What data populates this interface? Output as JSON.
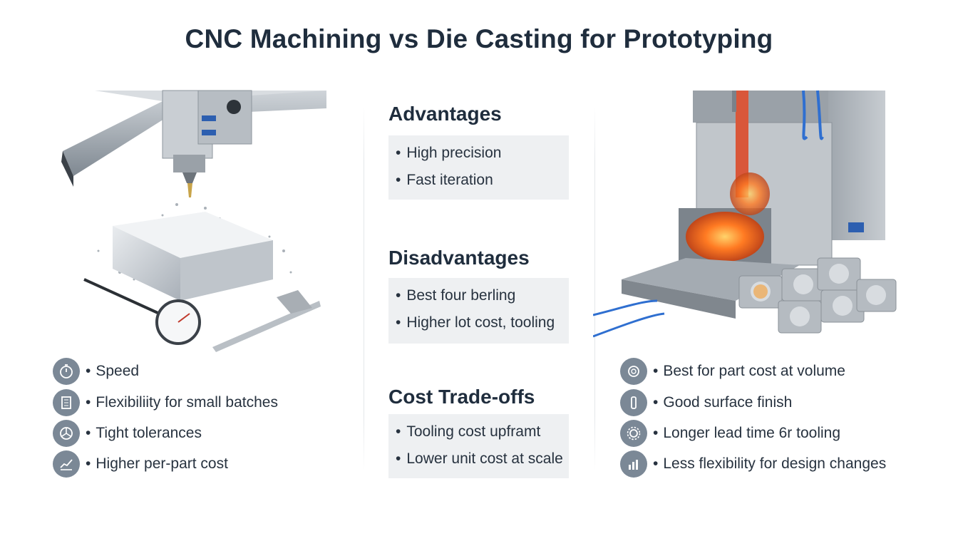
{
  "title": "CNC Machining vs Die Casting for Prototyping",
  "advantages": {
    "heading": "Advantages",
    "items": [
      "High precision",
      "Fast iteration"
    ]
  },
  "disadvantages": {
    "heading": "Disadvantages",
    "items": [
      "Best four berling",
      "Higher lot cost, tooling"
    ]
  },
  "cost": {
    "heading": "Cost Trade-offs",
    "items": [
      "Tooling cost upframt",
      "Lower unit cost at scale"
    ]
  },
  "cnc_features": [
    {
      "icon": "stopwatch-icon",
      "label": "Speed"
    },
    {
      "icon": "building-grid-icon",
      "label": "Flexibiliity for small batches"
    },
    {
      "icon": "gauge-dial-icon",
      "label": "Tight tolerances"
    },
    {
      "icon": "rising-chart-icon",
      "label": "Higher per-part cost"
    }
  ],
  "casting_features": [
    {
      "icon": "coin-icon",
      "label": "Best for part cost at volume"
    },
    {
      "icon": "surface-bar-icon",
      "label": "Good surface finish"
    },
    {
      "icon": "gear-icon",
      "label": "Longer lead time 6r tooling"
    },
    {
      "icon": "bar-chart-icon",
      "label": "Less flexibility for design changes"
    }
  ],
  "colors": {
    "heading": "#1f2d3d",
    "box_bg": "#eef0f2",
    "icon_bg": "#7b8896",
    "molten": "#ff6a1f"
  }
}
